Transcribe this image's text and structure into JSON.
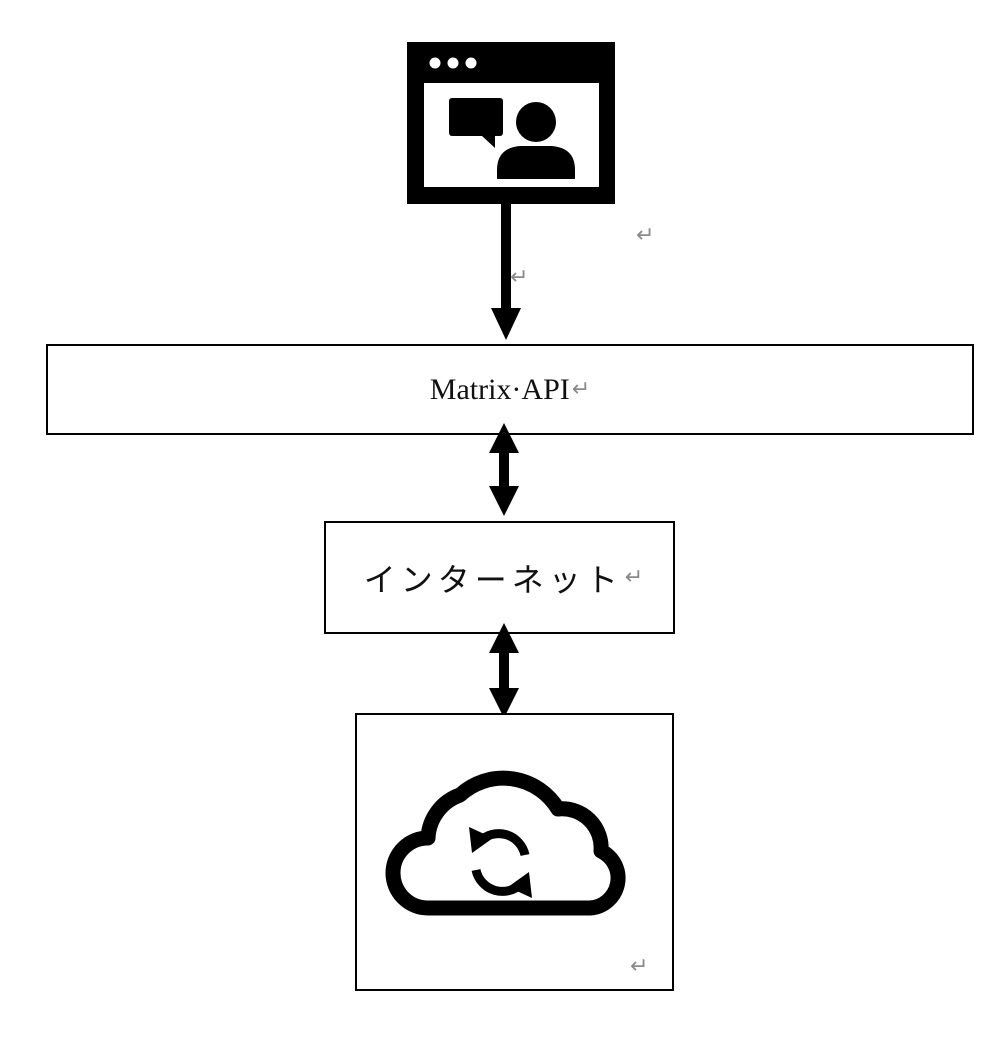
{
  "nodes": {
    "client_icon": "video-chat-window-icon",
    "api": {
      "label": "Matrix·API",
      "mark": "↵"
    },
    "internet": {
      "label": "インターネット",
      "mark": "↵"
    },
    "server_icon": "cloud-sync-icon"
  },
  "marks": {
    "top_right": "↵",
    "top_arrow": "↵",
    "bottom_box": "↵"
  },
  "edges": [
    {
      "from": "client_icon",
      "to": "api",
      "direction": "one-way"
    },
    {
      "from": "api",
      "to": "internet",
      "direction": "two-way"
    },
    {
      "from": "internet",
      "to": "server_icon",
      "direction": "two-way"
    }
  ],
  "colors": {
    "stroke": "#000000",
    "paragraph_mark": "#8a8a8a",
    "background": "#ffffff"
  }
}
